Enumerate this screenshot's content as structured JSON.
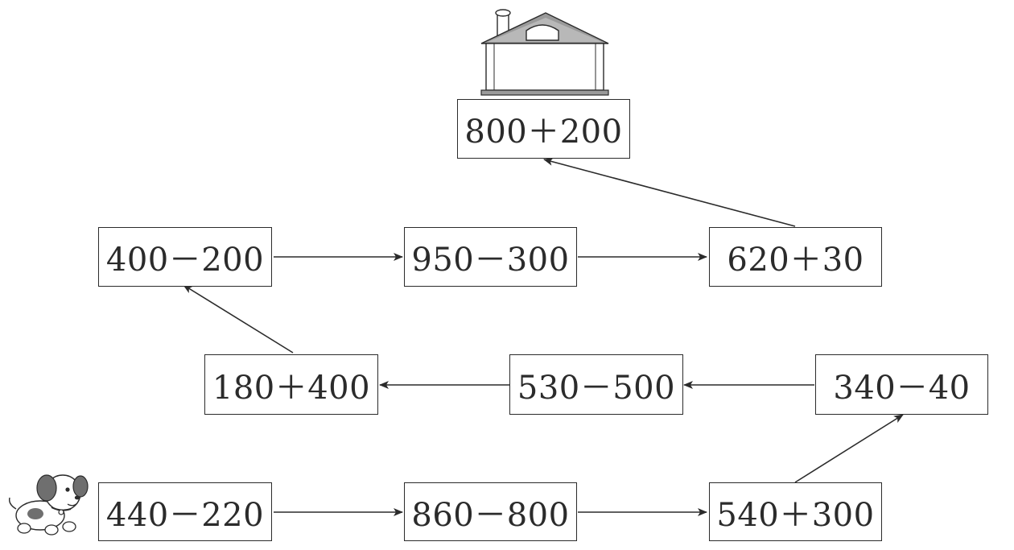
{
  "boxes": {
    "b_home": "800＋200",
    "b_r2_1": "400－200",
    "b_r2_2": "950－300",
    "b_r2_3": "620＋30",
    "b_r3_1": "180＋400",
    "b_r3_2": "530－500",
    "b_r3_3": "340－40",
    "b_r4_1": "440－220",
    "b_r4_2": "860－800",
    "b_r4_3": "540＋300"
  },
  "path_order": [
    "440－220",
    "860－800",
    "540＋300",
    "340－40",
    "530－500",
    "180＋400",
    "400－200",
    "950－300",
    "620＋30",
    "800＋200"
  ],
  "pictures": {
    "start": "puppy",
    "goal": "house"
  },
  "colors": {
    "ink": "#2b2b2b",
    "roof": "#9a9a9a",
    "dog_spot": "#6f6f6f"
  }
}
